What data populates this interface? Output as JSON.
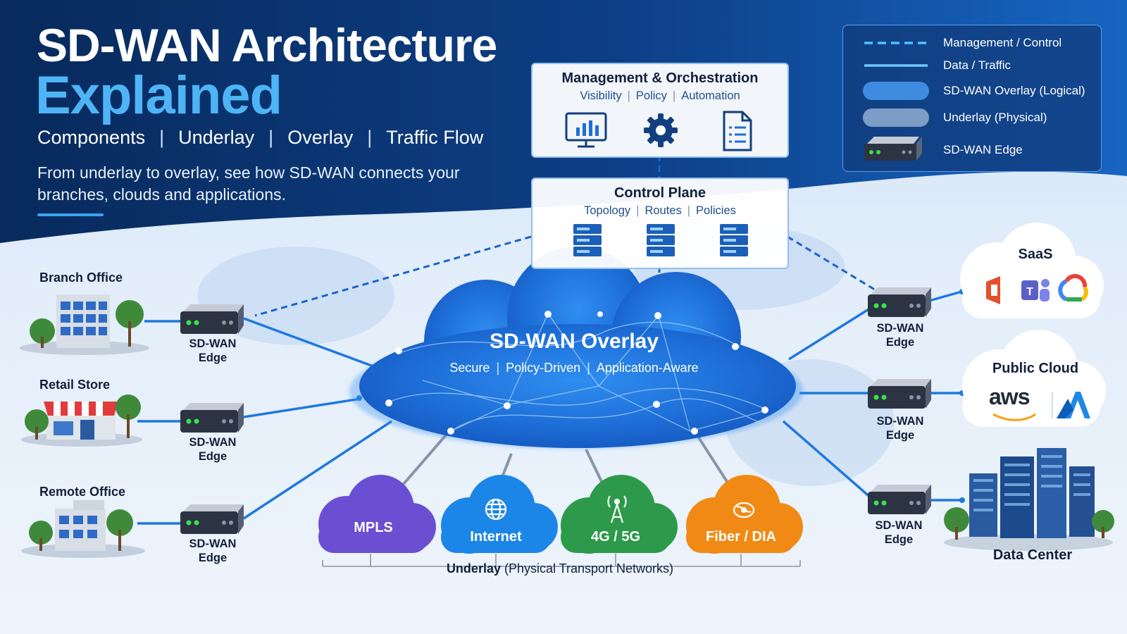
{
  "header": {
    "title_line1": "SD-WAN Architecture",
    "title_line2": "Explained",
    "tabs": [
      "Components",
      "Underlay",
      "Overlay",
      "Traffic Flow"
    ],
    "description": "From underlay to overlay, see how SD-WAN connects your branches, clouds and applications."
  },
  "management": {
    "title": "Management & Orchestration",
    "items": [
      "Visibility",
      "Policy",
      "Automation"
    ],
    "icons": [
      "monitor-chart-icon",
      "gear-icon",
      "document-icon"
    ]
  },
  "control": {
    "title": "Control Plane",
    "items": [
      "Topology",
      "Routes",
      "Policies"
    ],
    "icons": [
      "server-icon",
      "server-icon",
      "server-icon"
    ]
  },
  "legend": {
    "items": [
      {
        "name": "Management / Control",
        "style": "dashed"
      },
      {
        "name": "Data / Traffic",
        "style": "solid"
      },
      {
        "name": "SD-WAN Overlay (Logical)",
        "style": "overlay-pill"
      },
      {
        "name": "Underlay (Physical)",
        "style": "underlay-pill"
      },
      {
        "name": "SD-WAN Edge",
        "style": "edge-device"
      }
    ]
  },
  "sites": [
    {
      "name": "Branch Office",
      "edge_label": "SD-WAN Edge",
      "icon": "office-building-icon"
    },
    {
      "name": "Retail Store",
      "edge_label": "SD-WAN Edge",
      "icon": "store-icon"
    },
    {
      "name": "Remote Office",
      "edge_label": "SD-WAN Edge",
      "icon": "office-building-icon"
    }
  ],
  "overlay": {
    "title": "SD-WAN Overlay",
    "items": [
      "Secure",
      "Policy-Driven",
      "Application-Aware"
    ]
  },
  "underlay": {
    "label_bold": "Underlay",
    "label_rest": "(Physical Transport Networks)",
    "transports": [
      {
        "name": "MPLS",
        "color": "#6a4fd2",
        "icon": ""
      },
      {
        "name": "Internet",
        "color": "#1c86e8",
        "icon": "globe-icon"
      },
      {
        "name": "4G / 5G",
        "color": "#2c9a4a",
        "icon": "cell-tower-icon"
      },
      {
        "name": "Fiber / DIA",
        "color": "#f08a14",
        "icon": "fiber-icon"
      }
    ]
  },
  "right_edges": [
    "SD-WAN Edge",
    "SD-WAN Edge",
    "SD-WAN Edge"
  ],
  "destinations": {
    "saas": {
      "title": "SaaS",
      "icons": [
        "office-icon",
        "teams-icon",
        "google-cloud-icon"
      ]
    },
    "public_cloud": {
      "title": "Public Cloud",
      "logo_text": "aws",
      "icons": [
        "aws-logo",
        "azure-icon"
      ]
    },
    "data_center": {
      "title": "Data Center",
      "icon": "data-center-building-icon"
    }
  },
  "colors": {
    "accent": "#3aa3f0",
    "dark_blue": "#0d3a78",
    "edge_device": "#2c3444",
    "led": "#37e24a"
  }
}
